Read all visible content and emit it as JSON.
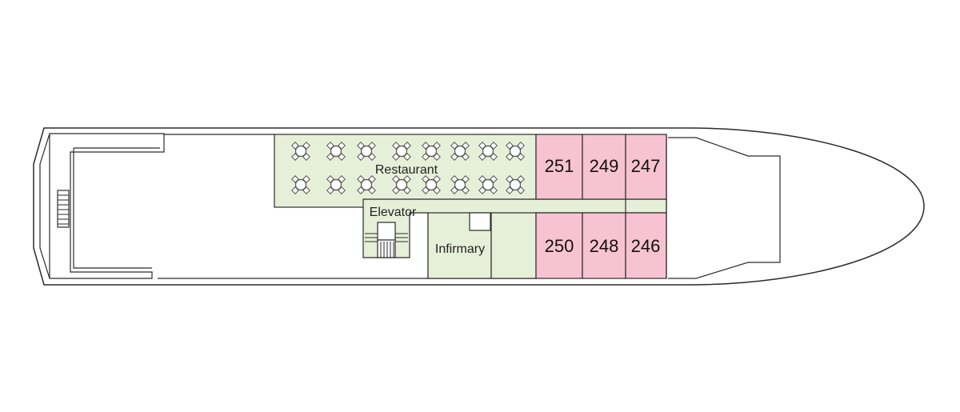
{
  "deck": {
    "rooms": {
      "restaurant": "Restaurant",
      "elevator": "Elevator",
      "infirmary": "Infirmary"
    },
    "cabins": {
      "c251": "251",
      "c249": "249",
      "c247": "247",
      "c250": "250",
      "c248": "248",
      "c246": "246"
    },
    "colors": {
      "public_area": "#e6f0d8",
      "cabin": "#f7c3d3",
      "outline": "#2b2b2b"
    }
  }
}
